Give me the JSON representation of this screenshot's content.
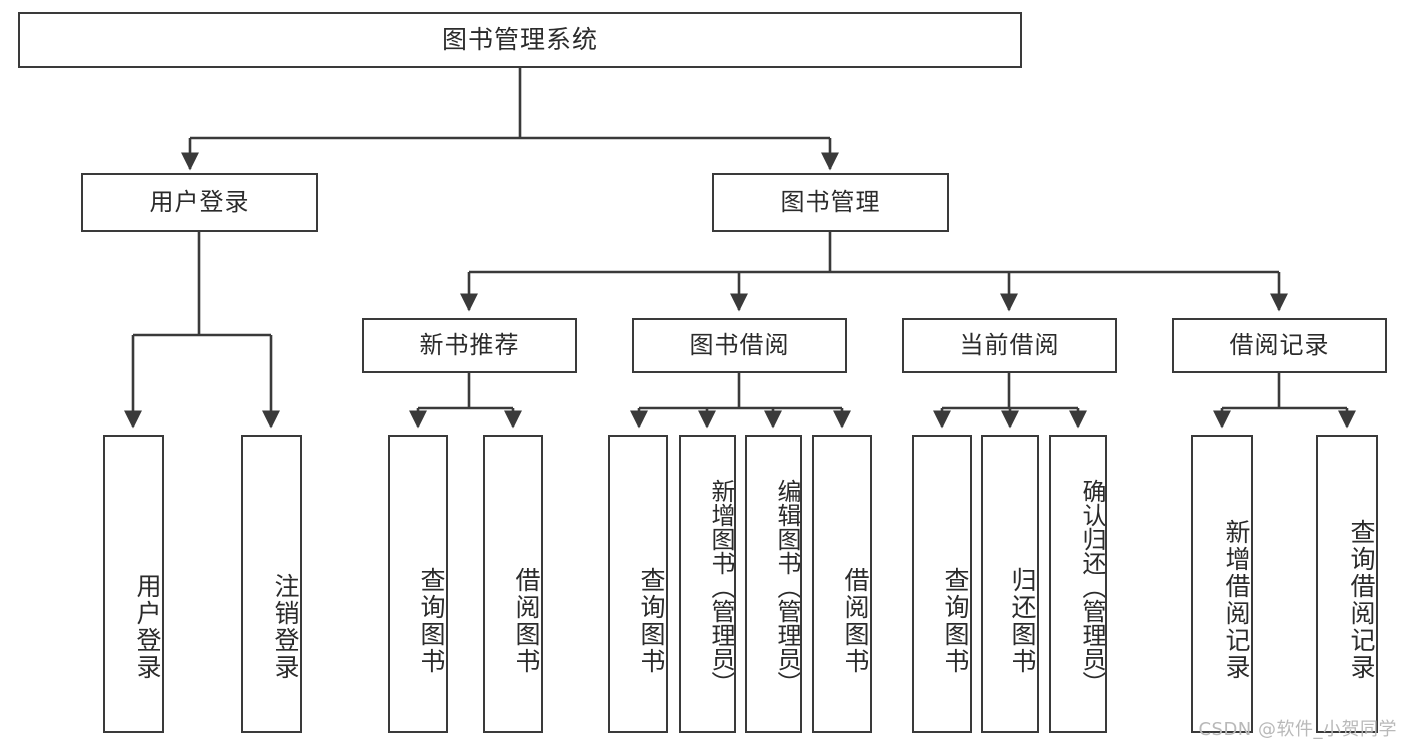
{
  "diagram": {
    "title": "图书管理系统",
    "type": "tree",
    "orientation": "top-down",
    "colors": {
      "background": "#ffffff",
      "node_border": "#3a3a3a",
      "node_fill": "#ffffff",
      "edge": "#3a3a3a",
      "text": "#2b2b2b",
      "watermark": "#b9b9b9"
    }
  },
  "nodes": {
    "root": {
      "label": "图书管理系统"
    },
    "level2": [
      {
        "id": "user-login",
        "label": "用户登录"
      },
      {
        "id": "book-manage",
        "label": "图书管理"
      }
    ],
    "level3": [
      {
        "id": "new-book-rec",
        "label": "新书推荐"
      },
      {
        "id": "book-borrow",
        "label": "图书借阅"
      },
      {
        "id": "current-borrow",
        "label": "当前借阅"
      },
      {
        "id": "borrow-record",
        "label": "借阅记录"
      }
    ],
    "leaves": {
      "user_login": [
        {
          "id": "leaf-user-login",
          "label": "用户登录"
        },
        {
          "id": "leaf-logout",
          "label": "注销登录"
        }
      ],
      "new_book_rec": [
        {
          "id": "leaf-query-book-1",
          "label": "查询图书"
        },
        {
          "id": "leaf-borrow-book-1",
          "label": "借阅图书"
        }
      ],
      "book_borrow": [
        {
          "id": "leaf-query-book-2",
          "label": "查询图书"
        },
        {
          "id": "leaf-add-book",
          "label": "新增图书（管理员）"
        },
        {
          "id": "leaf-edit-book",
          "label": "编辑图书（管理员）"
        },
        {
          "id": "leaf-borrow-book-2",
          "label": "借阅图书"
        }
      ],
      "current_borrow": [
        {
          "id": "leaf-query-book-3",
          "label": "查询图书"
        },
        {
          "id": "leaf-return-book",
          "label": "归还图书"
        },
        {
          "id": "leaf-confirm-return",
          "label": "确认归还（管理员）"
        }
      ],
      "borrow_record": [
        {
          "id": "leaf-add-record",
          "label": "新增借阅记录"
        },
        {
          "id": "leaf-query-record",
          "label": "查询借阅记录"
        }
      ]
    }
  },
  "watermark": {
    "text": "CSDN @软件_小贺同学"
  }
}
